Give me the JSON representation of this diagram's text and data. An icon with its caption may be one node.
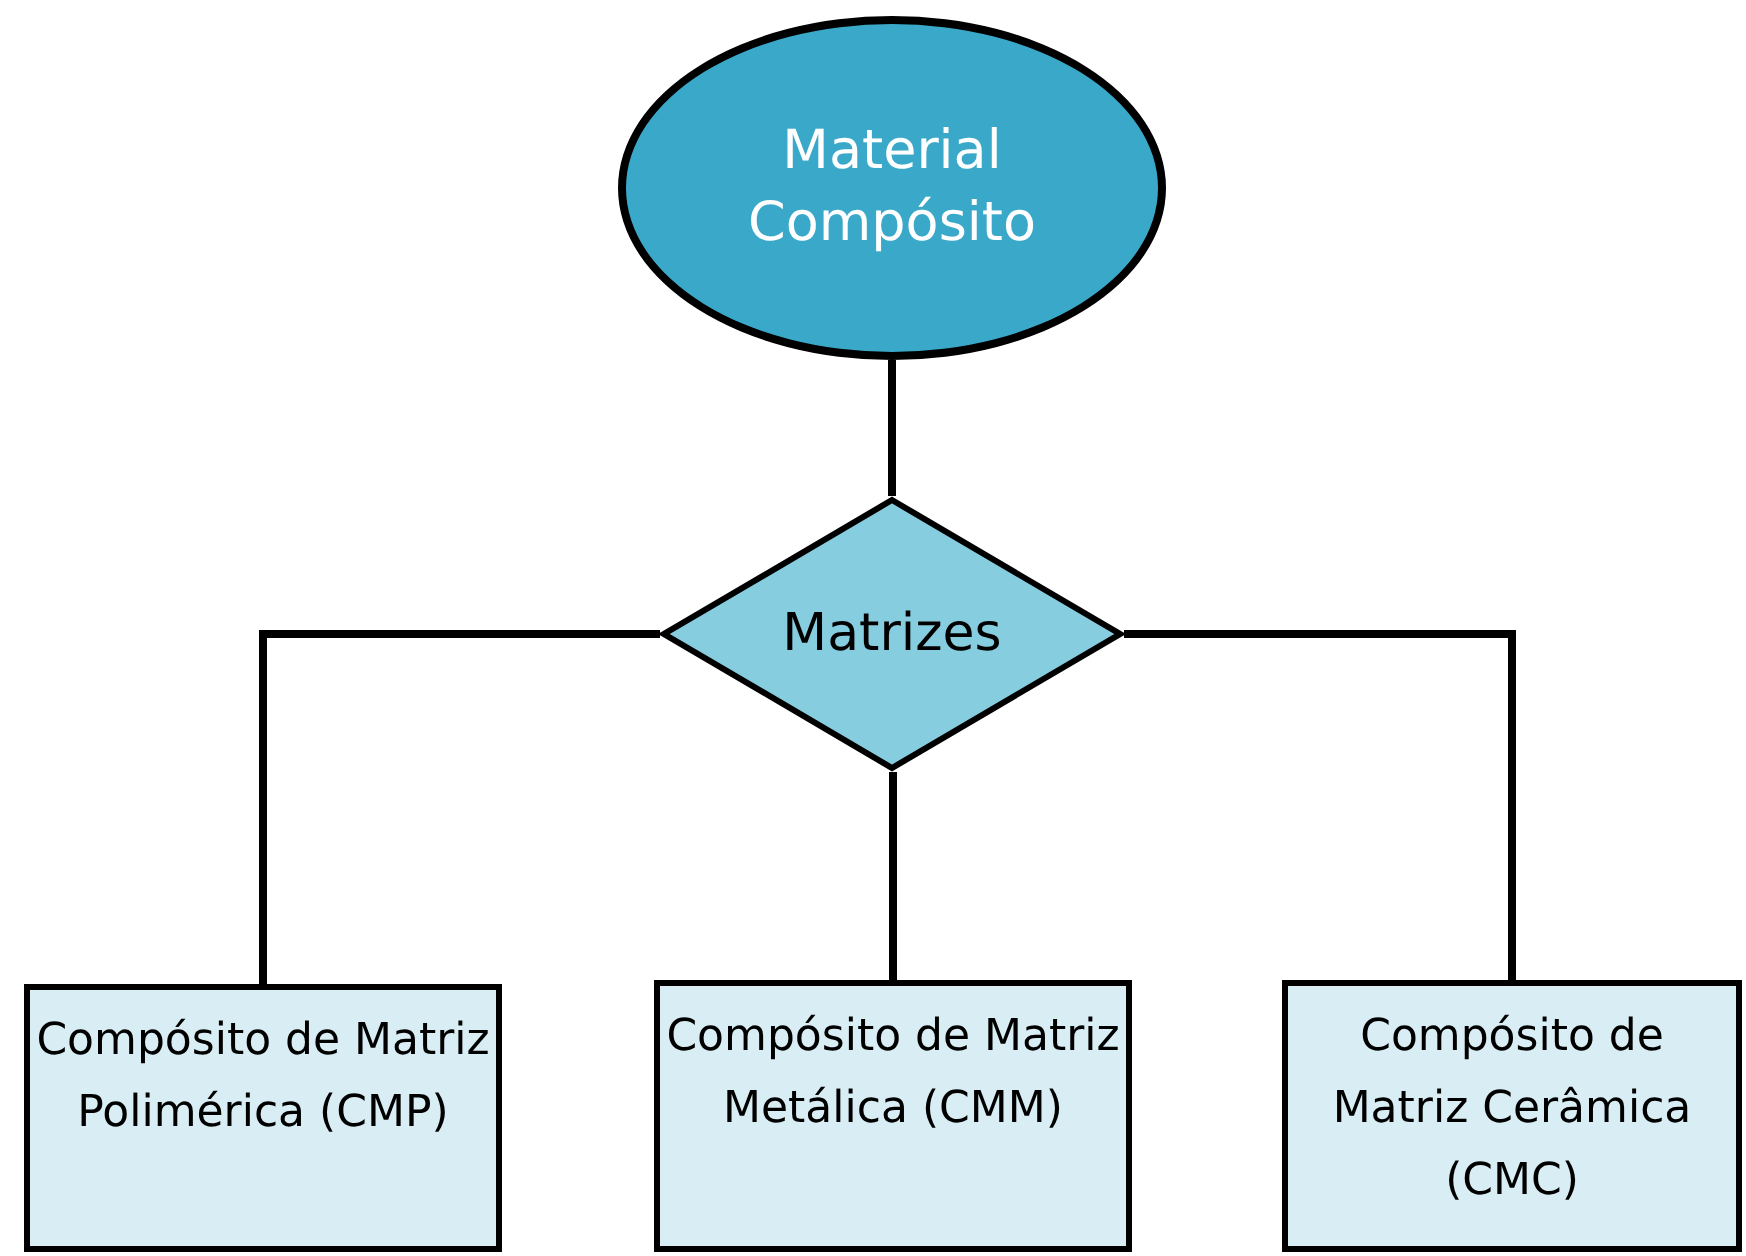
{
  "diagram": {
    "nodes": [
      {
        "text": [
          "Material Compósito"
        ]
      },
      {
        "text": [
          "Matrizes"
        ]
      },
      {
        "text": [
          "Compósito de Matriz Polimérica (CMP)"
        ]
      },
      {
        "text": [
          "Compósito de Matriz Metálica (CMM)"
        ]
      },
      {
        "text": [
          "Compósito de Matriz Cerâmica (CMC)"
        ]
      }
    ],
    "edges": [
      {
        "from": 0,
        "to": 1,
        "arrow": "none"
      },
      {
        "from": 1,
        "to": 2,
        "arrow": "none"
      },
      {
        "from": 1,
        "to": 3,
        "arrow": "none"
      },
      {
        "from": 1,
        "to": 4,
        "arrow": "none"
      }
    ]
  }
}
